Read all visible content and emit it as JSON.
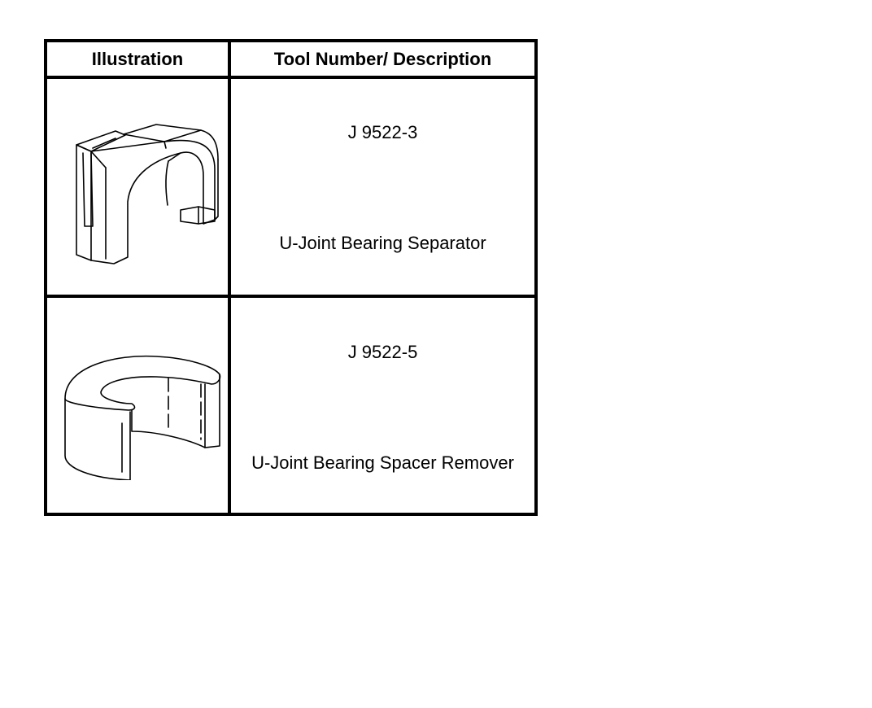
{
  "table": {
    "headers": {
      "illustration": "Illustration",
      "description": "Tool Number/ Description"
    },
    "rows": [
      {
        "tool_number": "J 9522-3",
        "description": "U-Joint Bearing Separator",
        "illustration_icon": "bearing-separator-icon"
      },
      {
        "tool_number": "J 9522-5",
        "description": "U-Joint Bearing Spacer Remover",
        "illustration_icon": "spacer-remover-icon"
      }
    ]
  },
  "colors": {
    "ink": "#000000",
    "paper": "#ffffff"
  }
}
